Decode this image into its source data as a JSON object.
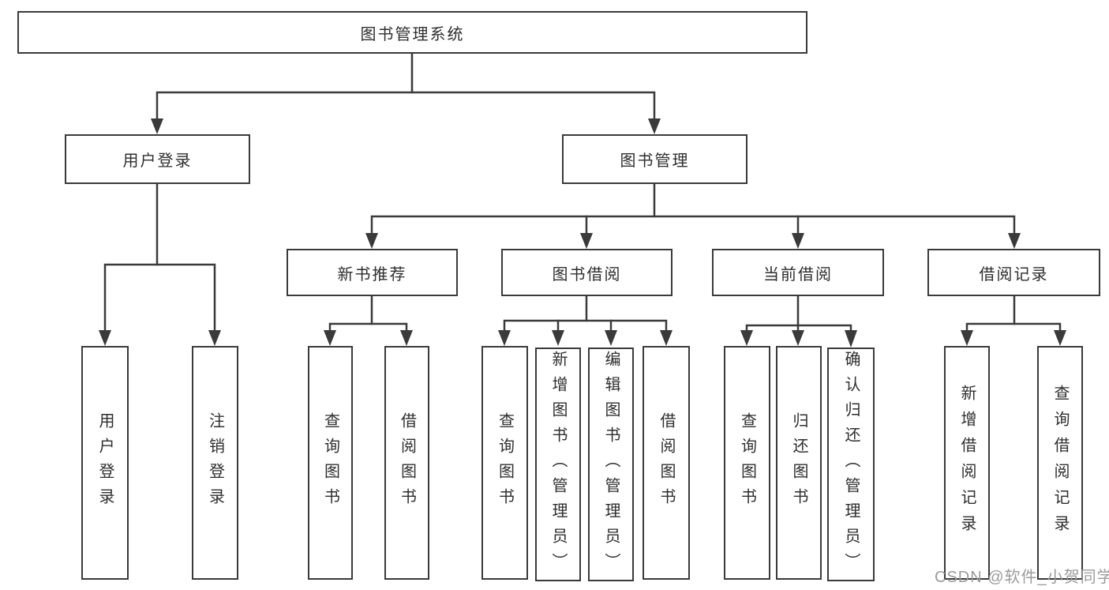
{
  "diagram": {
    "colors": {
      "line": "#3a3a3a",
      "text": "#2e2e2e",
      "box_background": "#ffffff",
      "watermark": "#9b9b9b"
    },
    "watermark": "CSDN @软件_小贺同学",
    "nodes": {
      "root": {
        "label": "图书管理系统"
      },
      "login": {
        "label": "用户登录"
      },
      "mgmt": {
        "label": "图书管理"
      },
      "new_rec": {
        "label": "新书推荐"
      },
      "borrow": {
        "label": "图书借阅"
      },
      "current": {
        "label": "当前借阅"
      },
      "records": {
        "label": "借阅记录"
      },
      "login_user": {
        "label": "用户登录"
      },
      "login_logout": {
        "label": "注销登录"
      },
      "nr_query": {
        "label": "查询图书"
      },
      "nr_borrow": {
        "label": "借阅图书"
      },
      "bb_query": {
        "label": "查询图书"
      },
      "bb_add": {
        "label": "新增图书（管理员）"
      },
      "bb_edit": {
        "label": "编辑图书（管理员）"
      },
      "bb_borrow": {
        "label": "借阅图书"
      },
      "cur_query": {
        "label": "查询图书"
      },
      "cur_return": {
        "label": "归还图书"
      },
      "cur_confirm": {
        "label": "确认归还（管理员）"
      },
      "rec_add": {
        "label": "新增借阅记录"
      },
      "rec_query": {
        "label": "查询借阅记录"
      }
    }
  }
}
